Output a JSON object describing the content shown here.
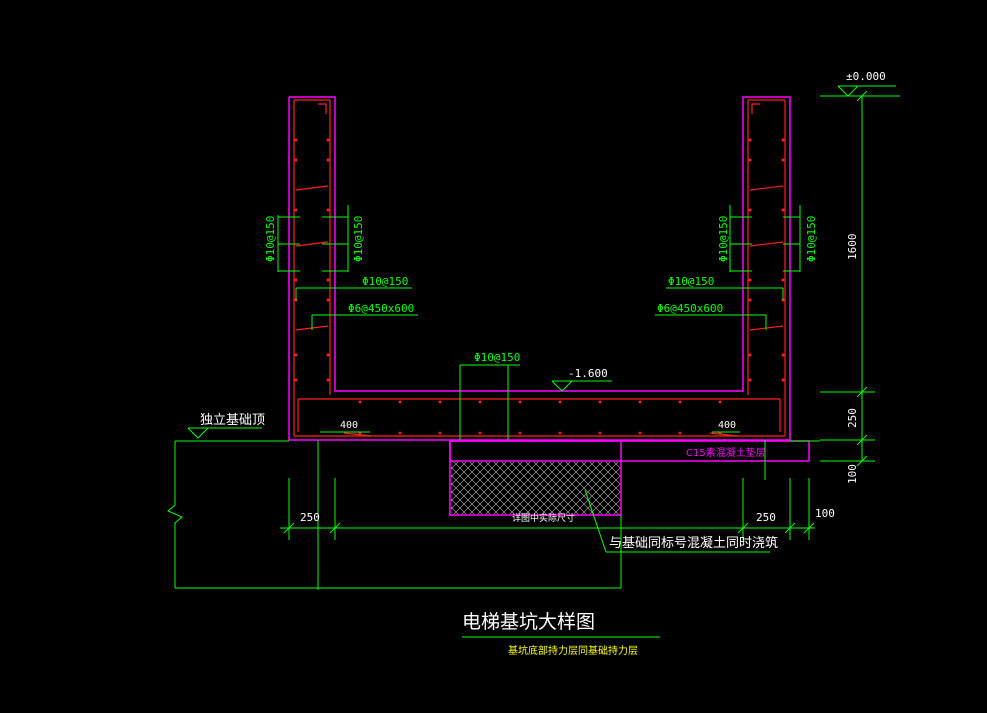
{
  "labels": {
    "elev_top": "±0.000",
    "elev_pit": "-1.600",
    "dim_1600": "1600",
    "dim_250_v": "250",
    "dim_100_v": "100",
    "foundation_top": "独立基础顶",
    "rebar_v_left_1": "Φ10@150",
    "rebar_v_left_2": "Φ10@150",
    "rebar_v_right_1": "Φ10@150",
    "rebar_v_right_2": "Φ10@150",
    "rebar_h_left": "Φ10@150",
    "rebar_h_right": "Φ10@150",
    "tie_left": "Φ6@450x600",
    "tie_right": "Φ6@450x600",
    "rebar_bottom": "Φ10@150",
    "len_400_left": "400",
    "len_400_right": "400",
    "cushion": "C15素混凝土垫层",
    "dim_250_left": "250",
    "dim_250_right": "250",
    "dim_100_h": "100",
    "size_note": "详图中实际尺寸",
    "pour_note": "与基础同标号混凝土同时浇筑",
    "title": "电梯基坑大样图",
    "subtitle": "基坑底部持力层同基础持力层"
  },
  "colors": {
    "green": "#00ff00",
    "magenta": "#ff00ff",
    "red": "#ff2020",
    "yellow": "#ffff00",
    "white": "#ffffff"
  }
}
